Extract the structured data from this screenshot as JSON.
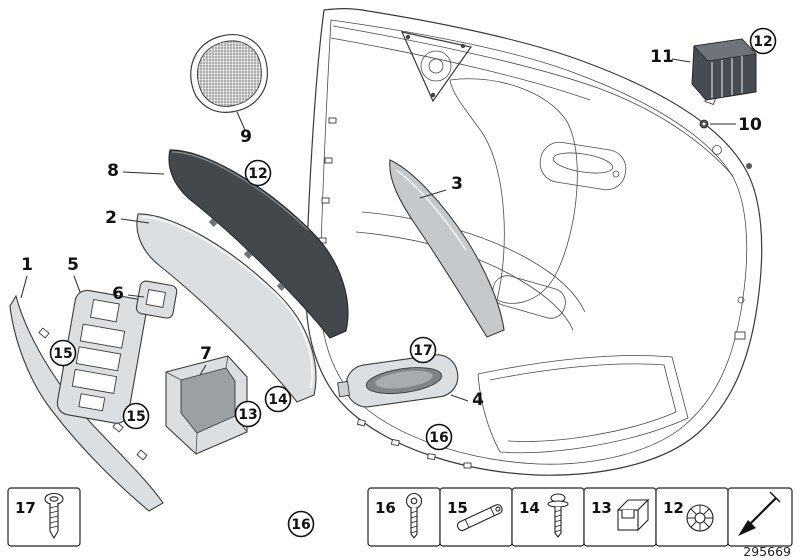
{
  "diagram": {
    "doc_number": "295669",
    "callouts": {
      "n1": "1",
      "n2": "2",
      "n3": "3",
      "n4": "4",
      "n5": "5",
      "n6": "6",
      "n7": "7",
      "n8": "8",
      "n9": "9",
      "n10": "10",
      "n11": "11"
    },
    "circled_callouts": {
      "c12_strip": "12",
      "c12_corner": "12",
      "c13": "13",
      "c14": "14",
      "c15_switch_panel": "15",
      "c15_lower": "15",
      "c16_handle": "16",
      "c16_bottom": "16",
      "c17_handle": "17"
    },
    "legend": {
      "items": [
        {
          "label": "17",
          "icon": "tapping-screw-icon"
        },
        {
          "label": "16",
          "icon": "torx-screw-icon"
        },
        {
          "label": "15",
          "icon": "retainer-rail-icon"
        },
        {
          "label": "14",
          "icon": "flange-screw-icon"
        },
        {
          "label": "13",
          "icon": "spring-clip-icon"
        },
        {
          "label": "12",
          "icon": "push-on-nut-icon"
        },
        {
          "label": "",
          "icon": "direction-arrow-icon"
        }
      ]
    }
  }
}
